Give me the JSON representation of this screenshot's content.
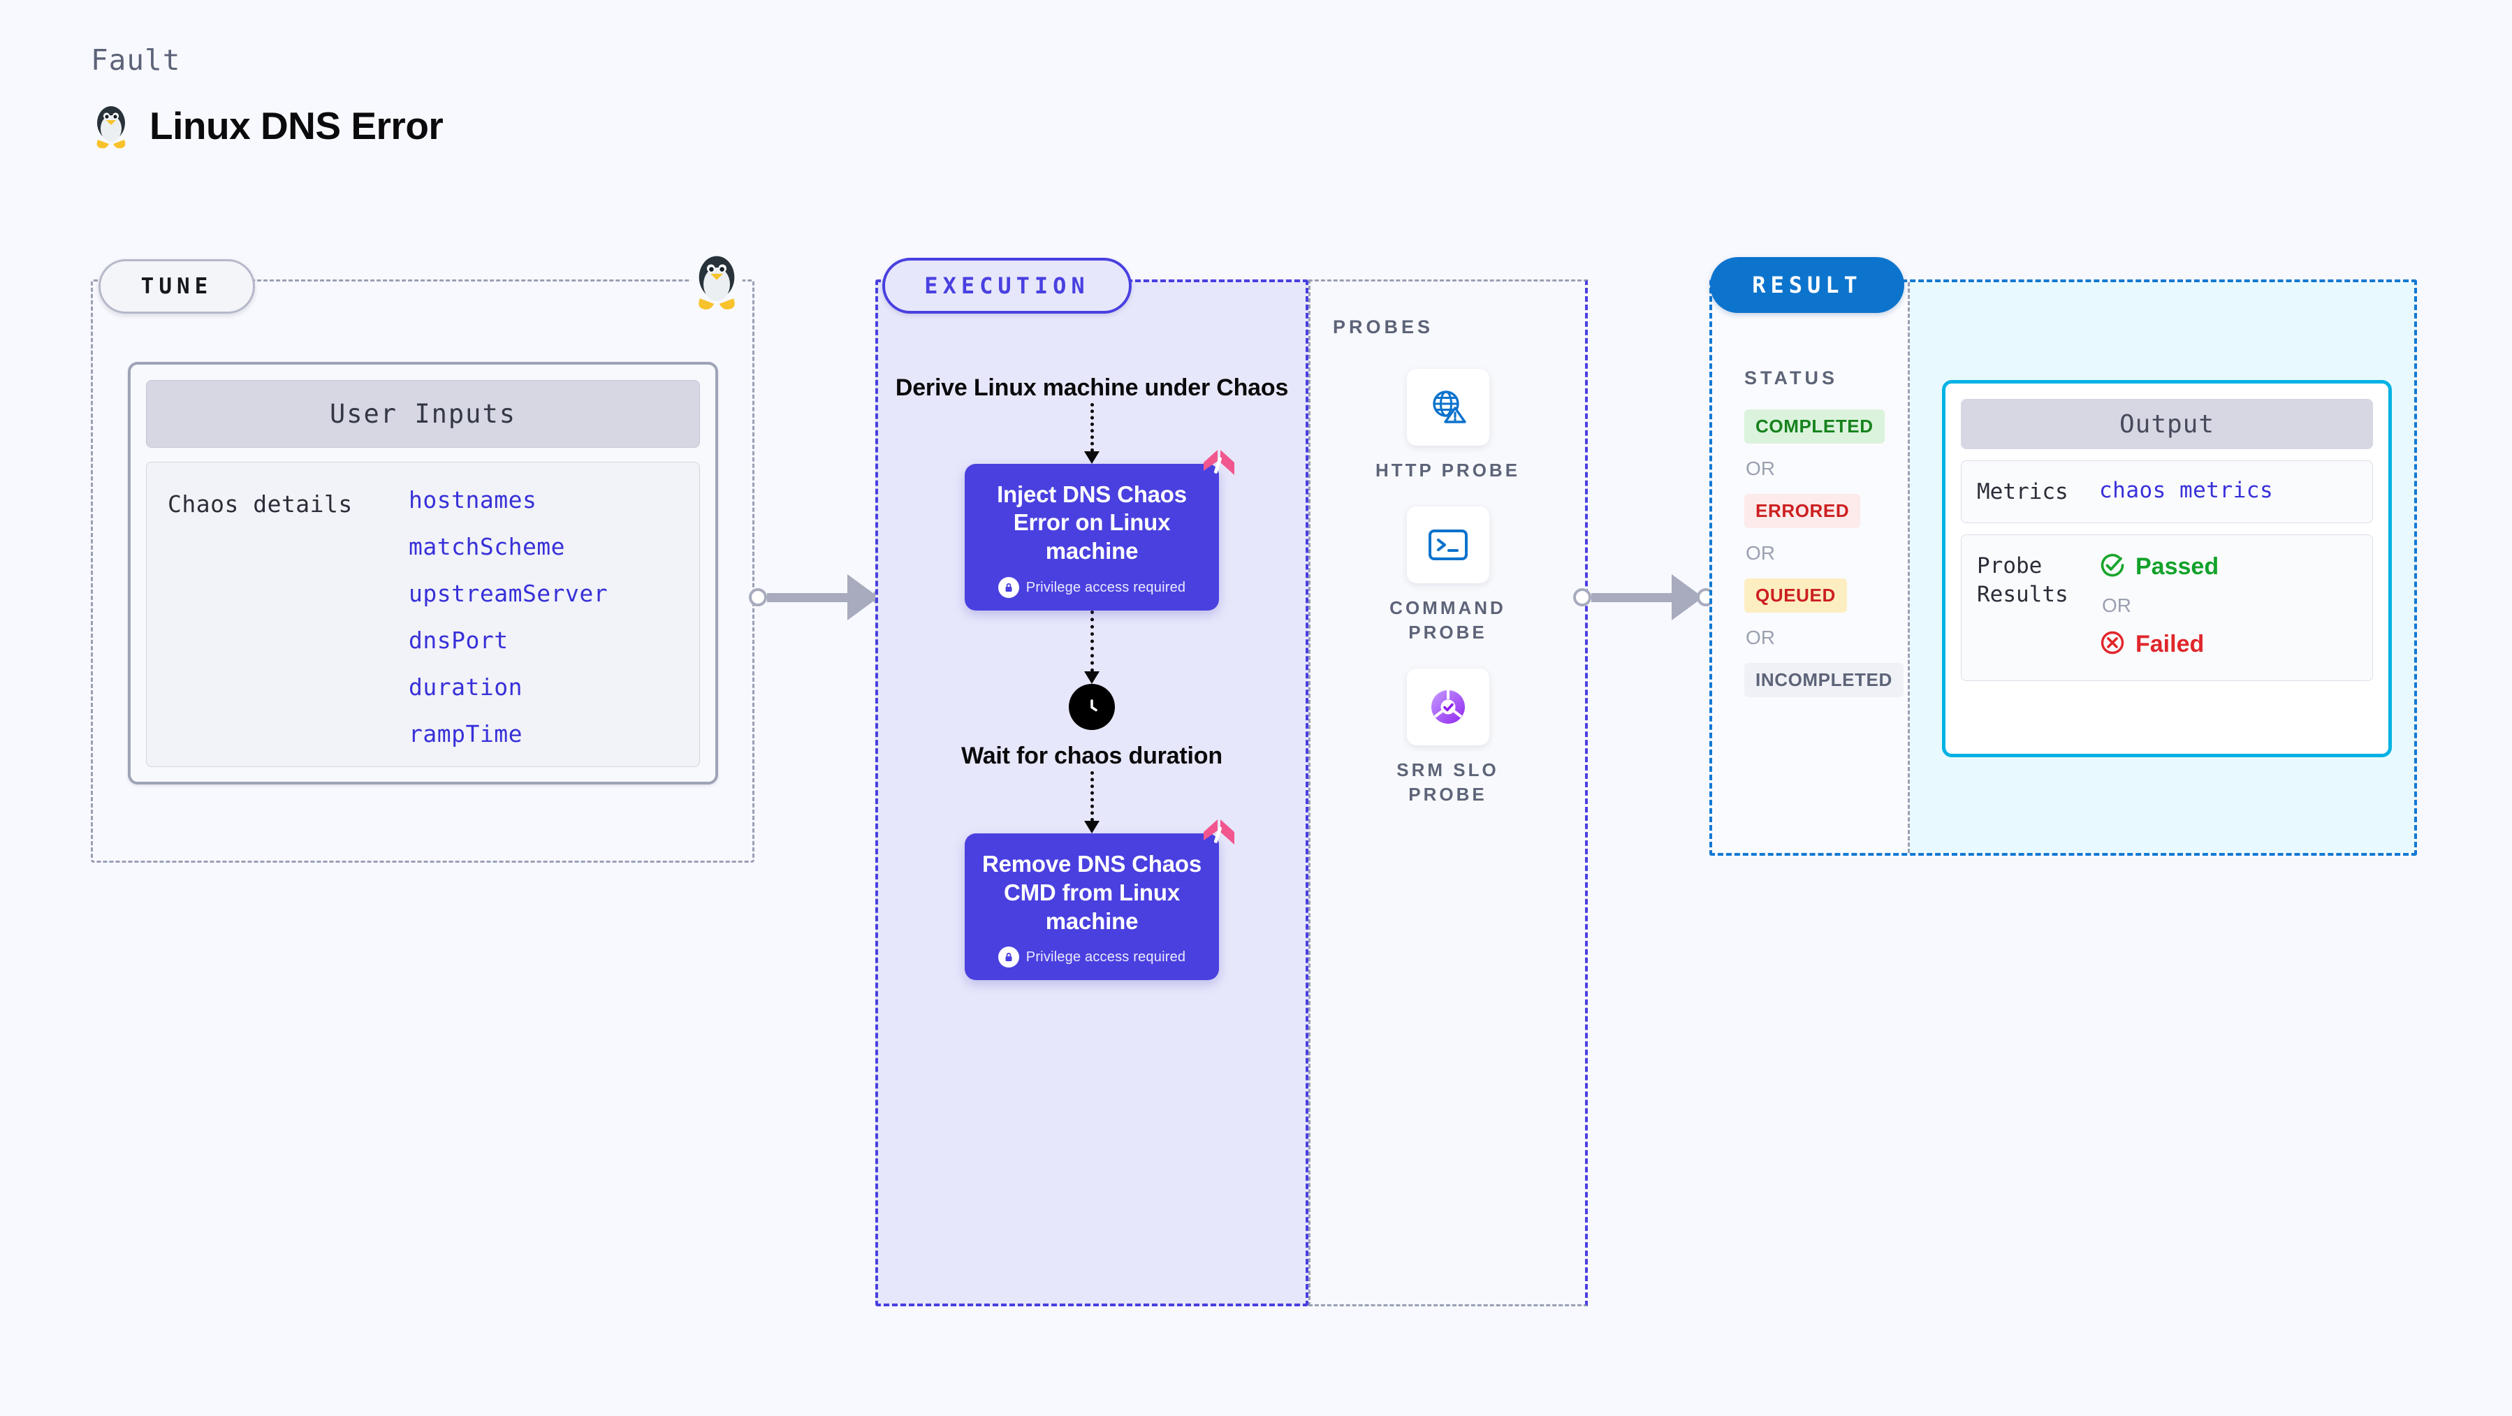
{
  "header": {
    "kicker": "Fault",
    "title": "Linux DNS Error",
    "icon": "linux-penguin-icon"
  },
  "tune": {
    "badge": "TUNE",
    "corner_icon": "linux-penguin-icon",
    "card": {
      "header": "User Inputs",
      "row_label": "Chaos details",
      "values": [
        "hostnames",
        "matchScheme",
        "upstreamServer",
        "dnsPort",
        "duration",
        "rampTime"
      ]
    }
  },
  "execution": {
    "badge": "EXECUTION",
    "steps": [
      {
        "type": "text",
        "label": "Derive Linux machine under Chaos"
      },
      {
        "type": "node",
        "label": "Inject DNS Chaos Error on Linux machine",
        "privilege": "Privilege access required",
        "mark": "harness-logo-icon"
      },
      {
        "type": "wait",
        "icon": "clock-icon",
        "label": "Wait for chaos duration"
      },
      {
        "type": "node",
        "label": "Remove DNS Chaos CMD from Linux machine",
        "privilege": "Privilege access required",
        "mark": "harness-logo-icon"
      }
    ]
  },
  "probes": {
    "title": "PROBES",
    "items": [
      {
        "icon": "globe-warning-icon",
        "label": "HTTP PROBE"
      },
      {
        "icon": "terminal-prompt-icon",
        "label": "COMMAND PROBE"
      },
      {
        "icon": "srm-slo-donut-icon",
        "label": "SRM SLO PROBE"
      }
    ]
  },
  "result": {
    "badge": "RESULT",
    "status_title": "STATUS",
    "or_label": "OR",
    "statuses": [
      {
        "label": "COMPLETED",
        "bg": "#dbf3dc",
        "fg": "#16821d"
      },
      {
        "label": "ERRORED",
        "bg": "#fdeaea",
        "fg": "#cc1f20"
      },
      {
        "label": "QUEUED",
        "bg": "#fdeec2",
        "fg": "#cc1f20"
      },
      {
        "label": "INCOMPLETED",
        "bg": "#f0f1f6",
        "fg": "#5d6478"
      }
    ],
    "output": {
      "header": "Output",
      "metrics_key": "Metrics",
      "metrics_value": "chaos metrics",
      "probe_key": "Probe Results",
      "passed_label": "Passed",
      "failed_label": "Failed",
      "or_label": "OR"
    }
  },
  "colors": {
    "page_bg": "#f8f9fe",
    "execution_fill": "#e7e7fb",
    "execution_accent": "#4940e0",
    "chaos_node": "#4a40df",
    "result_accent": "#0d74cd",
    "output_accent": "#00b2e3",
    "output_fill": "#e8faff",
    "harness_pink": "#f2568e",
    "link_blue": "#3730d8",
    "muted": "#5d6478",
    "connector": "#a7abbd"
  }
}
